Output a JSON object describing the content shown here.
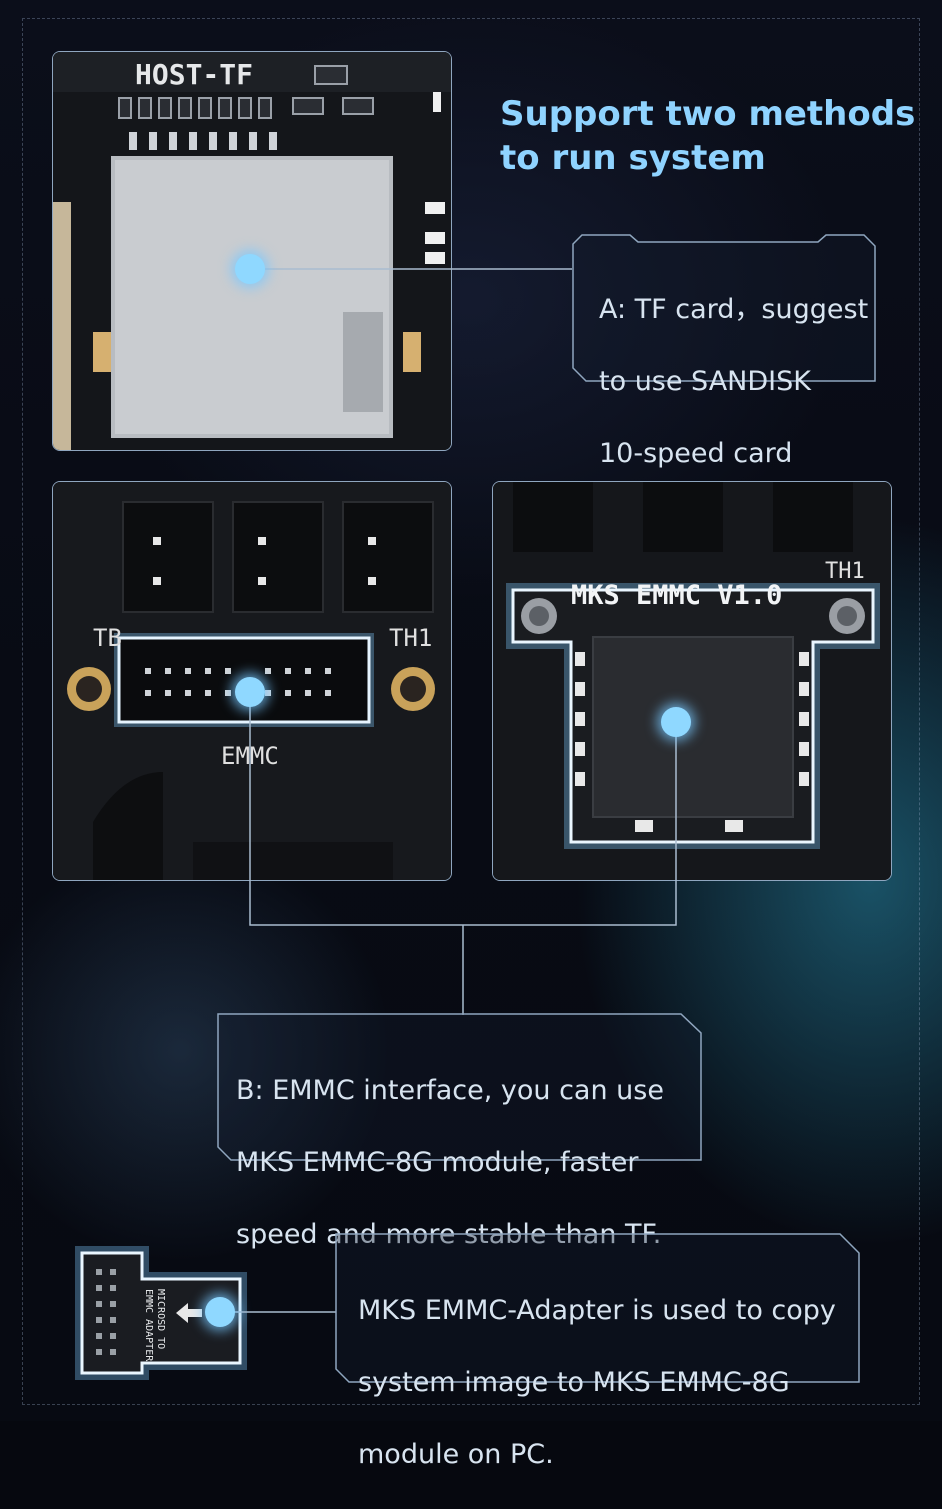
{
  "title": {
    "line1": "Support two methods",
    "line2": "to run system"
  },
  "callout_a": {
    "line1": "A: TF card，suggest",
    "line2": "to use SANDISK",
    "line3": "10-speed card"
  },
  "callout_b": {
    "line1": "B: EMMC interface, you can use",
    "line2": "MKS EMMC-8G module, faster",
    "line3": "speed and more stable than TF."
  },
  "callout_c": {
    "line1": "MKS EMMC-Adapter is used to copy",
    "line2": "system image to MKS EMMC-8G",
    "line3": "module on PC."
  },
  "board_labels": {
    "host_tf": "HOST-TF",
    "emmc_port": "EMMC",
    "th1_left": "TH1",
    "tb": "TB",
    "mks_emmc": "MKS EMMC V1.0",
    "th1_right": "TH1",
    "adapter_line1": "MICROSD TO",
    "adapter_line2": "EMMC ADAPTER"
  },
  "colors": {
    "accent_text": "#8fd3ff",
    "callout_border": "#8fa6bf",
    "glow": "#8fd8ff"
  }
}
